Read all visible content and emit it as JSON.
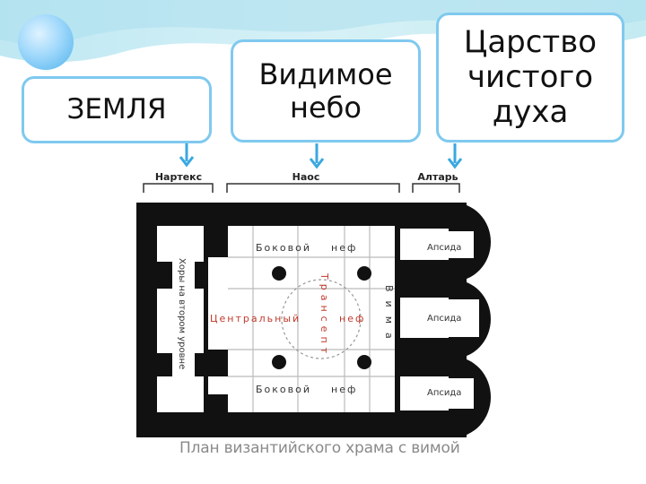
{
  "cards": {
    "earth": "ЗЕМЛЯ",
    "sky": "Видимое\nнебо",
    "spirit": "Царство\nчистого\nдуха"
  },
  "plan": {
    "zones": {
      "narthex": "Нартекс",
      "naos": "Наос",
      "altar": "Алтарь"
    },
    "side_nave_top": "Боковой    неф",
    "side_nave_bottom": "Боковой    неф",
    "central_nave_left": "Центральный",
    "central_nave_right": "неф",
    "transept": "Трансепт",
    "bema": "Вима",
    "choirs": "Хоры на втором уровне",
    "apse_top": "Апсида",
    "apse_middle": "Апсида",
    "apse_bottom": "Апсида",
    "caption": "План византийского храма с вимой"
  },
  "colors": {
    "accent": "#7fc9ef",
    "arrow": "#3aa8e0",
    "wall": "#111111",
    "red_label": "#c0392b"
  }
}
